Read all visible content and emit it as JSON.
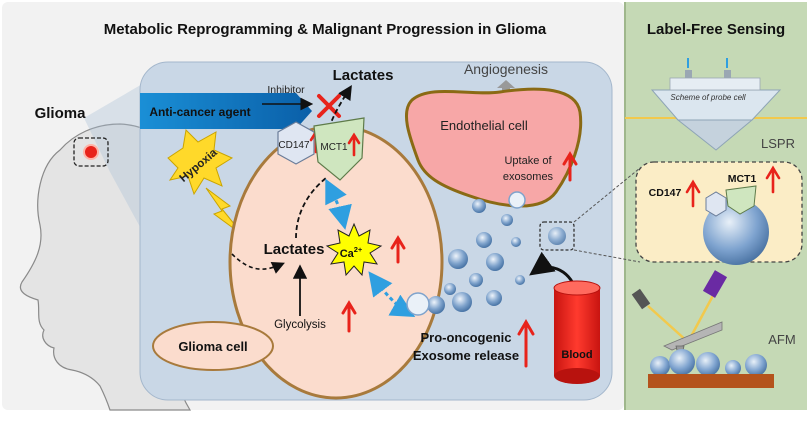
{
  "title": "Metabolic Reprogramming & Malignant Progression in Glioma",
  "side_title": "Label-Free Sensing",
  "labels": {
    "glioma": "Glioma",
    "anti_cancer_agent": "Anti-cancer agent",
    "inhibitor": "Inhibitor",
    "lactates_top": "Lactates",
    "hypoxia": "Hypoxia",
    "cd147": "CD147",
    "mct1": "MCT1",
    "lactates_mid": "Lactates",
    "ca": "Ca",
    "ca_sup": "2+",
    "glycolysis": "Glycolysis",
    "glioma_cell": "Glioma cell",
    "angiogenesis": "Angiogenesis",
    "endothelial_cell": "Endothelial cell",
    "uptake_line1": "Uptake of",
    "uptake_line2": "exosomes",
    "exosome_line1": "Pro-oncogenic",
    "exosome_line2": "Exosome release",
    "blood": "Blood",
    "probe_cell": "Scheme of probe cell",
    "lspr": "LSPR",
    "cd147_right": "CD147",
    "mct1_right": "MCT1",
    "afm": "AFM"
  },
  "colors": {
    "panel_bg": "#f2f2f2",
    "cell_panel": "#c9d7e6",
    "side_panel": "#c5d9b5",
    "cell_fill": "#fbdccd",
    "cell_stroke": "#a87a3c",
    "endothelial_fill": "#f7a7a7",
    "endothelial_stroke": "#8a6a14",
    "blood": "#e8231b",
    "up_arrow": "#e8231b",
    "exosome": "#5b86b8",
    "mct1_fill": "#cfe6bf",
    "cd147_fill": "#dfe6f2",
    "yellow_star": "#ffff00",
    "hypoxia_star": "#ffd92a",
    "substrate": "#b4531c",
    "dash_blue": "#2f9fe0"
  }
}
